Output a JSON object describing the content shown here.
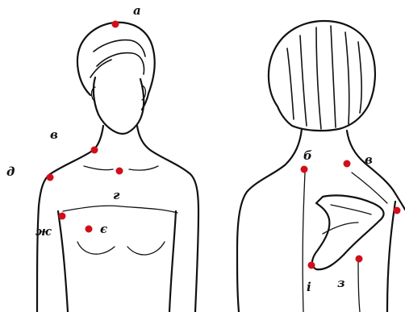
{
  "figure": {
    "front": {
      "labels": {
        "a": "а",
        "v": "в",
        "d": "д",
        "g": "г",
        "zh": "ж",
        "ye": "є"
      }
    },
    "back": {
      "labels": {
        "b": "б",
        "v": "в",
        "i": "і",
        "z": "з"
      }
    },
    "colors": {
      "point": "#d10f1b",
      "line": "#111111"
    }
  }
}
